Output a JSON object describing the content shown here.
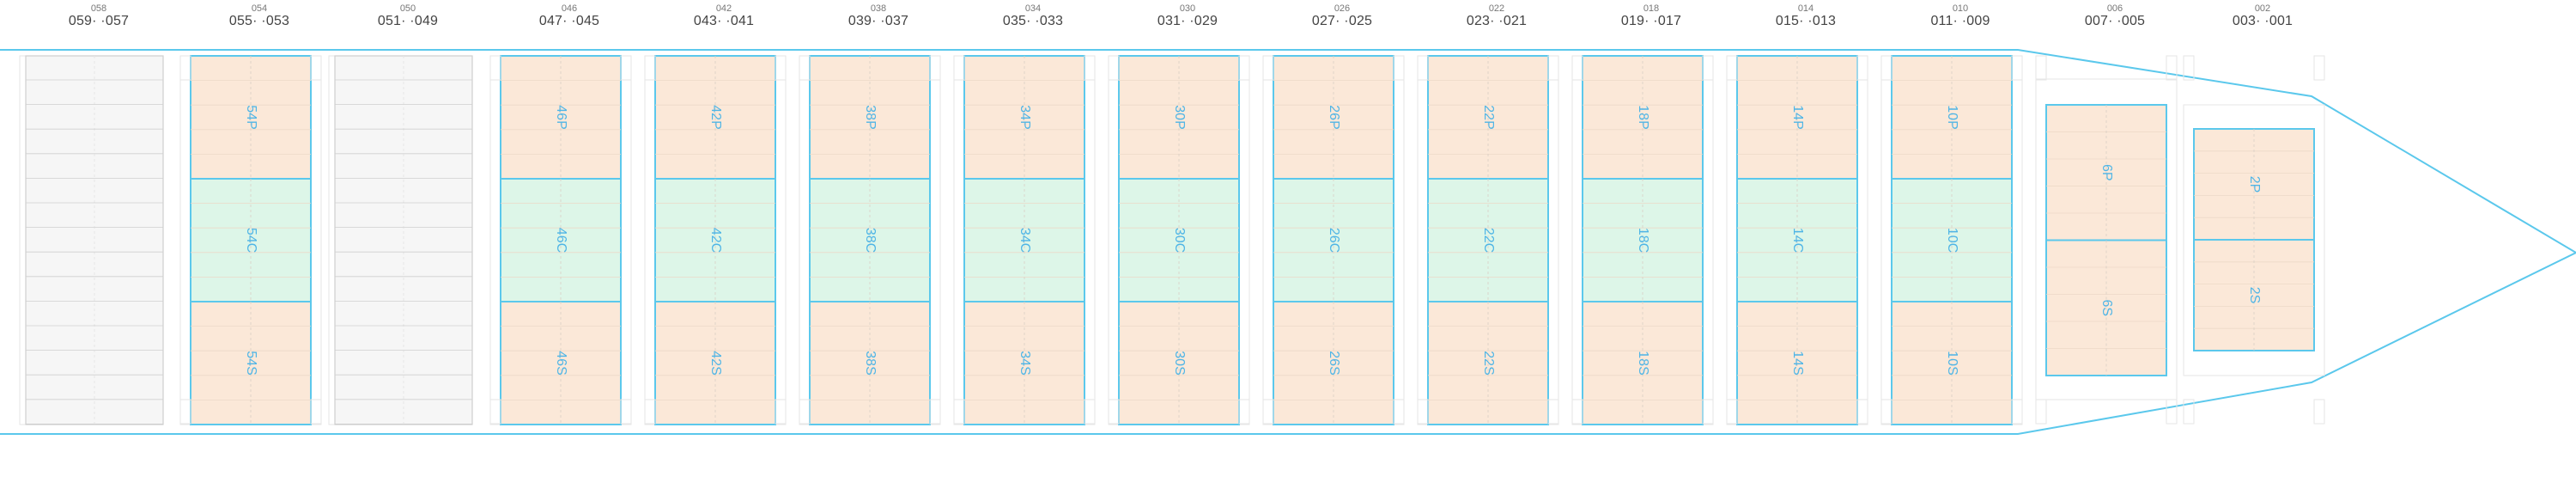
{
  "bays": [
    {
      "id": "bay-059-057",
      "left": "059",
      "mid": "058",
      "right": "057",
      "blocks": []
    },
    {
      "id": "bay-055-053",
      "left": "055",
      "mid": "054",
      "right": "053",
      "blocks": [
        {
          "label": "54P",
          "zone": "P"
        },
        {
          "label": "54C",
          "zone": "C"
        },
        {
          "label": "54S",
          "zone": "S"
        }
      ]
    },
    {
      "id": "bay-051-049",
      "left": "051",
      "mid": "050",
      "right": "049",
      "blocks": []
    },
    {
      "id": "bay-047-045",
      "left": "047",
      "mid": "046",
      "right": "045",
      "blocks": [
        {
          "label": "46P",
          "zone": "P"
        },
        {
          "label": "46C",
          "zone": "C"
        },
        {
          "label": "46S",
          "zone": "S"
        }
      ]
    },
    {
      "id": "bay-043-041",
      "left": "043",
      "mid": "042",
      "right": "041",
      "blocks": [
        {
          "label": "42P",
          "zone": "P"
        },
        {
          "label": "42C",
          "zone": "C"
        },
        {
          "label": "42S",
          "zone": "S"
        }
      ]
    },
    {
      "id": "bay-039-037",
      "left": "039",
      "mid": "038",
      "right": "037",
      "blocks": [
        {
          "label": "38P",
          "zone": "P"
        },
        {
          "label": "38C",
          "zone": "C"
        },
        {
          "label": "38S",
          "zone": "S"
        }
      ]
    },
    {
      "id": "bay-035-033",
      "left": "035",
      "mid": "034",
      "right": "033",
      "blocks": [
        {
          "label": "34P",
          "zone": "P"
        },
        {
          "label": "34C",
          "zone": "C"
        },
        {
          "label": "34S",
          "zone": "S"
        }
      ]
    },
    {
      "id": "bay-031-029",
      "left": "031",
      "mid": "030",
      "right": "029",
      "blocks": [
        {
          "label": "30P",
          "zone": "P"
        },
        {
          "label": "30C",
          "zone": "C"
        },
        {
          "label": "30S",
          "zone": "S"
        }
      ]
    },
    {
      "id": "bay-027-025",
      "left": "027",
      "mid": "026",
      "right": "025",
      "blocks": [
        {
          "label": "26P",
          "zone": "P"
        },
        {
          "label": "26C",
          "zone": "C"
        },
        {
          "label": "26S",
          "zone": "S"
        }
      ]
    },
    {
      "id": "bay-023-021",
      "left": "023",
      "mid": "022",
      "right": "021",
      "blocks": [
        {
          "label": "22P",
          "zone": "P"
        },
        {
          "label": "22C",
          "zone": "C"
        },
        {
          "label": "22S",
          "zone": "S"
        }
      ]
    },
    {
      "id": "bay-019-017",
      "left": "019",
      "mid": "018",
      "right": "017",
      "blocks": [
        {
          "label": "18P",
          "zone": "P"
        },
        {
          "label": "18C",
          "zone": "C"
        },
        {
          "label": "18S",
          "zone": "S"
        }
      ]
    },
    {
      "id": "bay-015-013",
      "left": "015",
      "mid": "014",
      "right": "013",
      "blocks": [
        {
          "label": "14P",
          "zone": "P"
        },
        {
          "label": "14C",
          "zone": "C"
        },
        {
          "label": "14S",
          "zone": "S"
        }
      ]
    },
    {
      "id": "bay-011-009",
      "left": "011",
      "mid": "010",
      "right": "009",
      "blocks": [
        {
          "label": "10P",
          "zone": "P"
        },
        {
          "label": "10C",
          "zone": "C"
        },
        {
          "label": "10S",
          "zone": "S"
        }
      ]
    },
    {
      "id": "bay-007-005",
      "left": "007",
      "mid": "006",
      "right": "005",
      "blocks": [
        {
          "label": "6P",
          "zone": "P"
        },
        {
          "label": "6S",
          "zone": "S"
        }
      ]
    },
    {
      "id": "bay-003-001",
      "left": "003",
      "mid": "002",
      "right": "001",
      "blocks": [
        {
          "label": "2P",
          "zone": "P"
        },
        {
          "label": "2S",
          "zone": "S"
        }
      ]
    }
  ],
  "colors": {
    "hull": "#5bc8ec",
    "zoneP": "#fbe8d8",
    "zoneC": "#ddf6e8",
    "zoneS": "#fbe8d8",
    "label": "#4fb5e6",
    "emptyFill": "#f6f6f6",
    "emptyStroke": "#cfcfcf",
    "grid": "#e6e6e6"
  }
}
